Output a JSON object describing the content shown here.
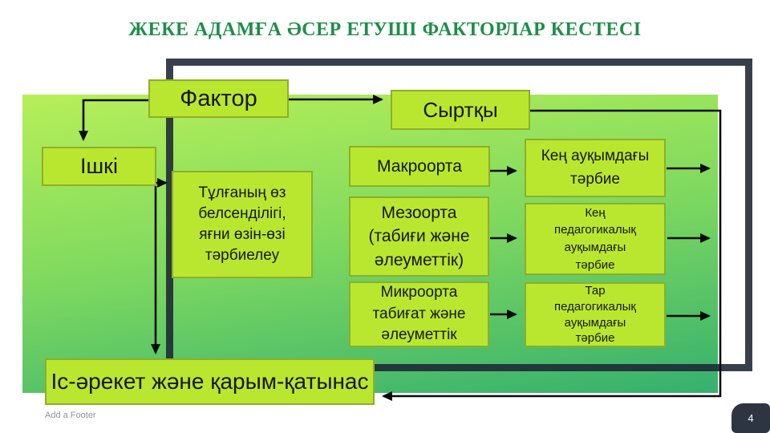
{
  "slide": {
    "title": "ЖЕКЕ АДАМҒА ӘСЕР ЕТУШІ ФАКТОРЛАР КЕСТЕСІ",
    "footer": "Add a Footer",
    "page_number": "4"
  },
  "diagram": {
    "nodes": {
      "faktor": {
        "label": "Фактор"
      },
      "syrtky": {
        "label": "Сыртқы"
      },
      "ishki": {
        "label": "Ішкі"
      },
      "tulga": {
        "label": "Тұлғаның өз белсенділігі, яғни өзін-өзі тәрбиелеу"
      },
      "makroorta": {
        "label": "Макроорта"
      },
      "mezoorta": {
        "label": "Мезоорта (табиғи және әлеуметтік)"
      },
      "mikroorta": {
        "label": "Микроорта табиғат және әлеуметтік"
      },
      "ken_aukym": {
        "label": "Кең ауқымдағы тәрбие"
      },
      "ken_ped": {
        "label": "Кең педагогикалық ауқымдағы тәрбие"
      },
      "tar_ped": {
        "label": "Тар педагогикалық ауқымдағы тәрбие"
      },
      "is_areket": {
        "label": "Іс-әрекет және қарым-қатынас"
      }
    },
    "connections": [
      {
        "from": "faktor",
        "to": "ishki"
      },
      {
        "from": "faktor",
        "to": "syrtky"
      },
      {
        "from": "ishki",
        "to": "tulga"
      },
      {
        "from": "ishki",
        "to": "is_areket"
      },
      {
        "from": "syrtky",
        "to": "is_areket"
      },
      {
        "from": "makroorta",
        "to": "ken_aukym"
      },
      {
        "from": "mezoorta",
        "to": "ken_ped"
      },
      {
        "from": "mikroorta",
        "to": "tar_ped"
      },
      {
        "from": "ken_aukym",
        "to": "right-rail"
      },
      {
        "from": "ken_ped",
        "to": "right-rail"
      },
      {
        "from": "tar_ped",
        "to": "right-rail"
      }
    ],
    "colors": {
      "title_green": "#1e8e4a",
      "node_fill": "#b9e72f",
      "node_border": "#8fae2a",
      "gradient_top": "#b7ef58",
      "gradient_bottom": "#35b06e",
      "frame_navy": "#2a3142",
      "page_badge_navy": "#2d3442",
      "connector_black": "#0b0b0b",
      "footer_gray": "#8f9399"
    }
  }
}
